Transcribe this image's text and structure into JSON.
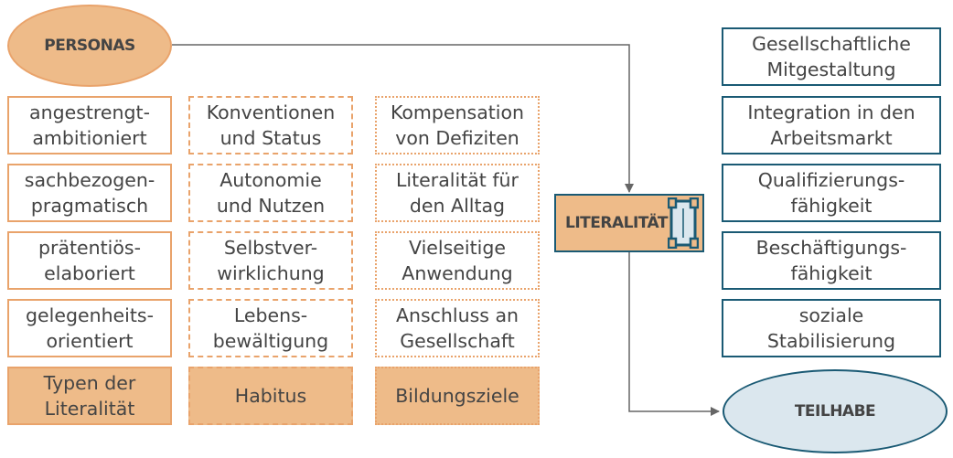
{
  "personas": "PERSONAS",
  "types": [
    "angestrengt-\nambitioniert",
    "sachbezogen-\npragmatisch",
    "prätentiös-\nelaboriert",
    "gelegenheits-\norientiert"
  ],
  "types_header": "Typen der\nLiteralität",
  "habitus": [
    "Konventionen\nund Status",
    "Autonomie\nund Nutzen",
    "Selbstver-\nwirklichung",
    "Lebens-\nbewältigung"
  ],
  "habitus_header": "Habitus",
  "goals": [
    "Kompensation\nvon Defiziten",
    "Literalität für\nden Alltag",
    "Vielseitige\nAnwendung",
    "Anschluss an\nGesellschaft"
  ],
  "goals_header": "Bildungsziele",
  "literalitaet": "LITERALITÄT",
  "outcomes": [
    "Gesellschaftliche\nMitgestaltung",
    "Integration in den\nArbeitsmarkt",
    "Qualifizierungs-\nfähigkeit",
    "Beschäftigungs-\nfähigkeit",
    "soziale\nStabilisierung"
  ],
  "teilhabe": "TEILHABE",
  "colors": {
    "orange_border": "#e9a36b",
    "orange_fill": "#eebb89",
    "teal_border": "#1a5a74",
    "light_blue": "#dbe7ee",
    "text": "#444444"
  },
  "icons": {
    "literalitaet": "scroll-icon"
  }
}
